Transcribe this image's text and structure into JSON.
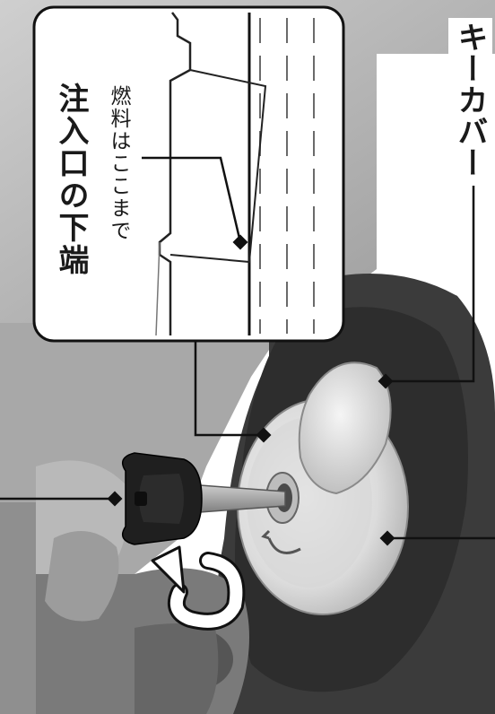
{
  "inset": {
    "title": "注入口の下端",
    "note": "燃料はここまで"
  },
  "labels": {
    "key_cover": "キーカバー"
  },
  "colors": {
    "background": "#ffffff",
    "photo_dark": "#3a3a3a",
    "photo_mid": "#8c8c8c",
    "cap_light": "#e2e2e2",
    "line": "#111111"
  }
}
